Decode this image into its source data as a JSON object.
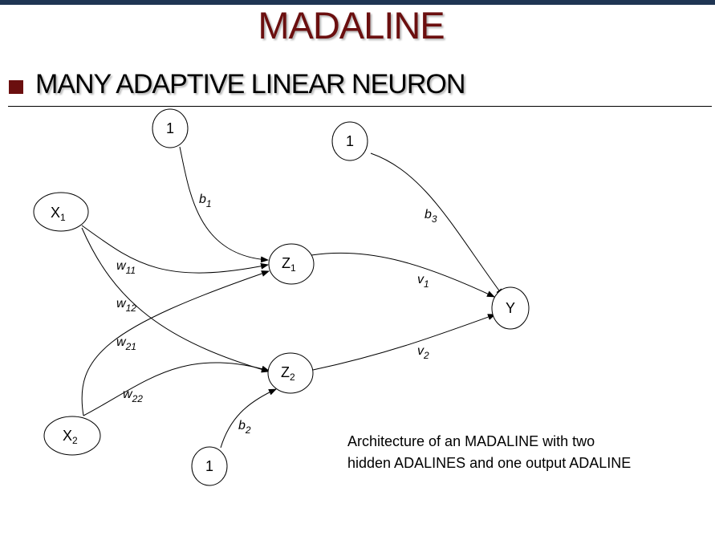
{
  "slide": {
    "title": "MADALINE",
    "bullet": "MANY ADAPTIVE LINEAR NEURON",
    "caption_line1": "Architecture of an MADALINE with two",
    "caption_line2": "hidden ADALINES and one output ADALINE"
  },
  "colors": {
    "title": "#6b0f0f",
    "bullet": "#6b0f0f",
    "top_bar": "#1f3553"
  },
  "diagram": {
    "nodes": {
      "bias1": {
        "main": "1",
        "sub": ""
      },
      "bias3": {
        "main": "1",
        "sub": ""
      },
      "x1": {
        "main": "X",
        "sub": "1"
      },
      "x2": {
        "main": "X",
        "sub": "2"
      },
      "z1": {
        "main": "Z",
        "sub": "1"
      },
      "z2": {
        "main": "Z",
        "sub": "2"
      },
      "y": {
        "main": "Y",
        "sub": ""
      },
      "bias2": {
        "main": "1",
        "sub": ""
      }
    },
    "weights": {
      "b1": {
        "main": "b",
        "sub": "1"
      },
      "b2": {
        "main": "b",
        "sub": "2"
      },
      "b3": {
        "main": "b",
        "sub": "3"
      },
      "w11": {
        "main": "w",
        "sub": "11"
      },
      "w12": {
        "main": "w",
        "sub": "12"
      },
      "w21": {
        "main": "w",
        "sub": "21"
      },
      "w22": {
        "main": "w",
        "sub": "22"
      },
      "v1": {
        "main": "v",
        "sub": "1"
      },
      "v2": {
        "main": "v",
        "sub": "2"
      }
    }
  }
}
